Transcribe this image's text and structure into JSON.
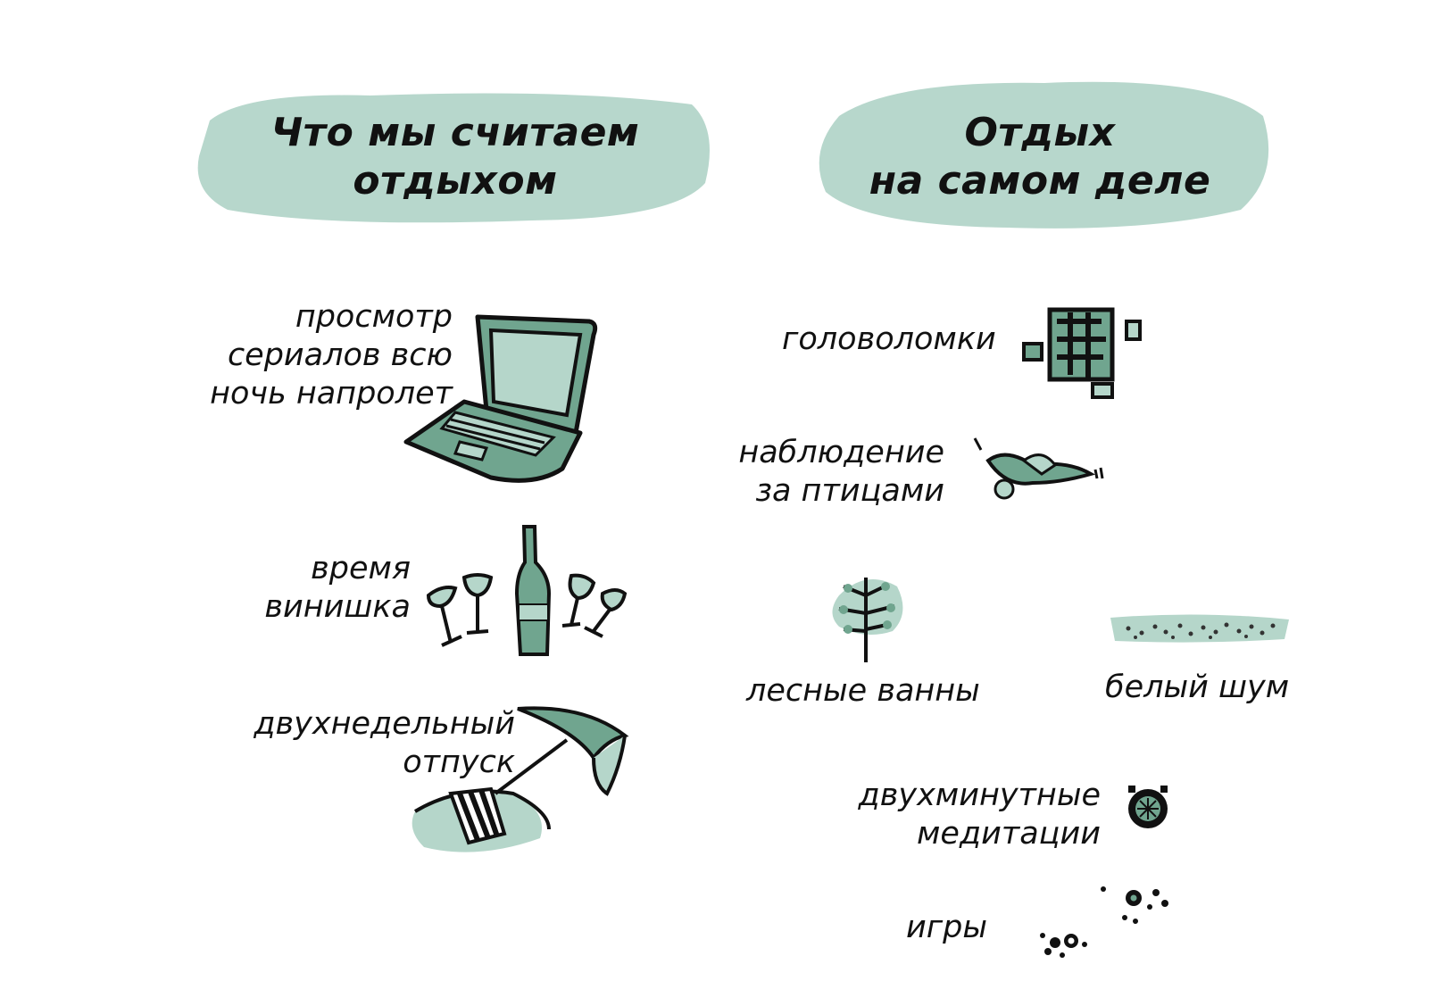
{
  "colors": {
    "blob": "#b7d7cc",
    "icon_fill": "#70a58f",
    "icon_light": "#b5d6ca",
    "ink": "#111111"
  },
  "left_column": {
    "title_lines": [
      "Что мы считаем",
      "отдыхом"
    ],
    "items": [
      {
        "lines": [
          "просмотр",
          "сериалов всю",
          "ночь напролет"
        ],
        "icon": "laptop-icon"
      },
      {
        "lines": [
          "время",
          "винишка"
        ],
        "icon": "wine-icon"
      },
      {
        "lines": [
          "двухнедельный",
          "отпуск"
        ],
        "icon": "beach-umbrella-icon"
      }
    ]
  },
  "right_column": {
    "title_lines": [
      "Отдых",
      "на самом деле"
    ],
    "items": [
      {
        "lines": [
          "головоломки"
        ],
        "icon": "puzzle-icon"
      },
      {
        "lines": [
          "наблюдение",
          "за птицами"
        ],
        "icon": "bird-icon"
      },
      {
        "lines": [
          "лесные ванны"
        ],
        "icon": "tree-icon"
      },
      {
        "lines": [
          "белый шум"
        ],
        "icon": "white-noise-icon"
      },
      {
        "lines": [
          "двухминутные",
          "медитации"
        ],
        "icon": "timer-icon"
      },
      {
        "lines": [
          "игры"
        ],
        "icon": "games-icon"
      }
    ]
  }
}
